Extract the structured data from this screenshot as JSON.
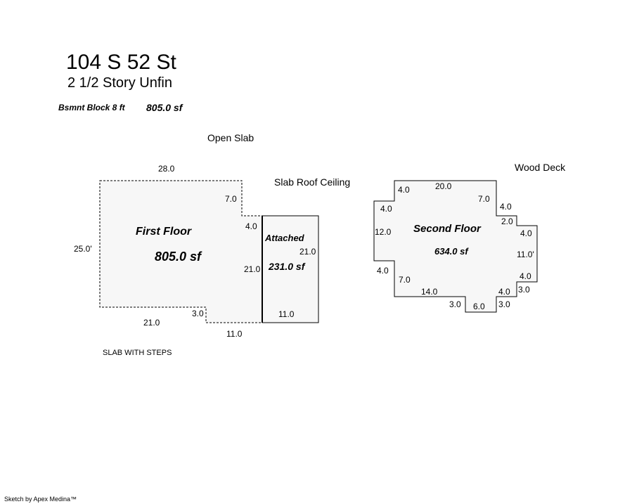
{
  "header": {
    "address": "104 S 52 St",
    "style": "2 1/2 Story Unfin",
    "basement_label": "Bsmnt Block 8 ft",
    "basement_area": "805.0 sf"
  },
  "labels": {
    "open_slab": "Open Slab",
    "slab_roof_ceiling": "Slab Roof Ceiling",
    "wood_deck": "Wood Deck",
    "slab_with_steps": "SLAB WITH STEPS"
  },
  "first_floor": {
    "name": "First Floor",
    "area": "805.0 sf",
    "dims": {
      "top": "28.0",
      "left": "25.0'",
      "bottom_left": "21.0",
      "step_down": "3.0",
      "bottom_right": "11.0",
      "notch_side": "7.0",
      "notch_width": "4.0",
      "right_side": "21.0"
    }
  },
  "attached": {
    "name": "Attached",
    "area": "231.0 sf",
    "dims": {
      "right_side": "21.0",
      "bottom": "11.0"
    }
  },
  "second_floor": {
    "name": "Second Floor",
    "area": "634.0 sf",
    "dims": {
      "top": "20.0",
      "top_left_step": "4.0",
      "left_upper": "4.0",
      "left": "12.0",
      "left_lower": "4.0",
      "lower_left_diag": "7.0",
      "bottom": "14.0",
      "bottom_step_left": "3.0",
      "bottom_notch": "6.0",
      "bottom_step_right": "3.0",
      "right_lower_step": "4.0",
      "right_bottom": "3.0",
      "right_lower": "4.0",
      "right": "11.0'",
      "right_upper": "4.0",
      "right_step": "2.0",
      "right_top_step": "4.0",
      "top_right_diag": "7.0"
    }
  },
  "footer": {
    "credit": "Sketch by Apex Medina™"
  }
}
